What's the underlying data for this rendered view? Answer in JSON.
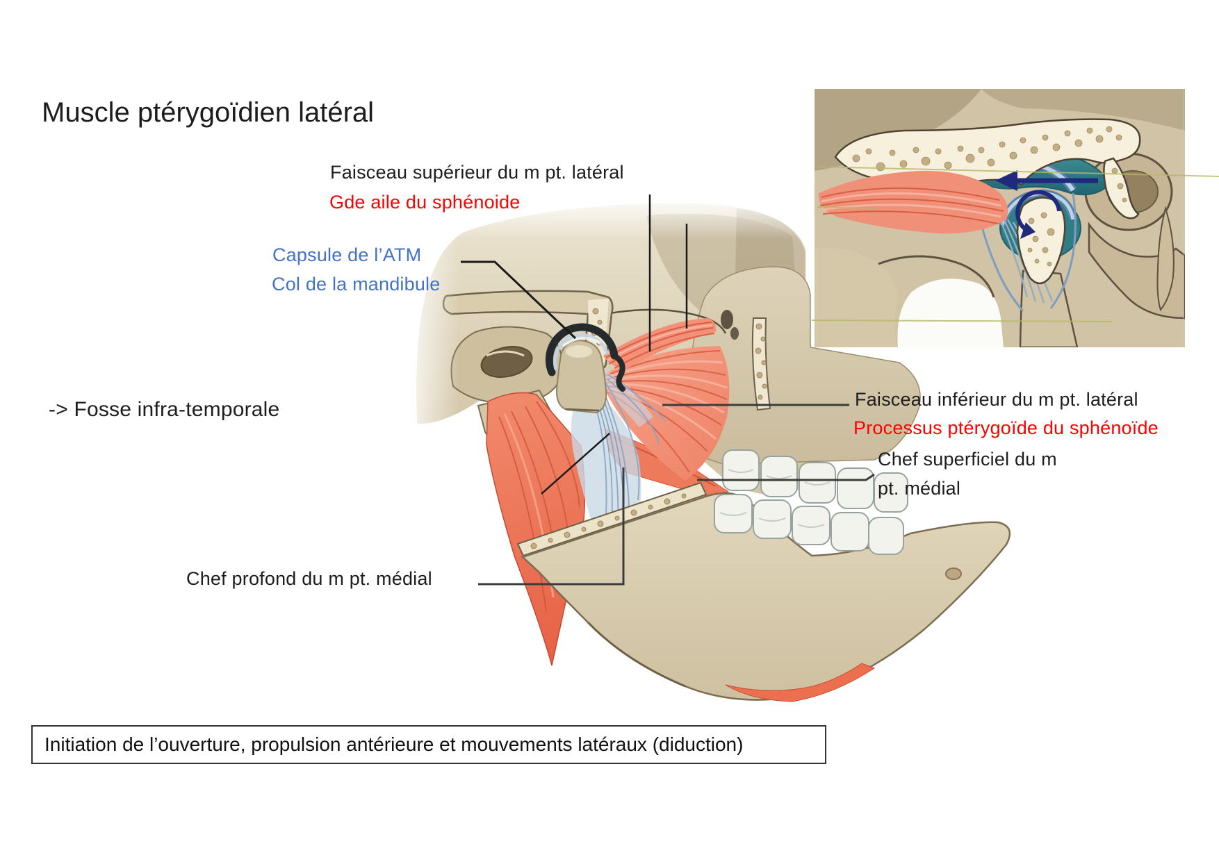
{
  "slide": {
    "title": "Muscle ptérygoïdien latéral",
    "labels": {
      "faisceau_superieur": "Faisceau supérieur du m pt. latéral",
      "gde_aile": "Gde aile du sphénoide",
      "capsule_atm": "Capsule de l’ATM",
      "col_mandibule": "Col de la mandibule",
      "fosse_infratemporale": "-> Fosse infra-temporale",
      "faisceau_inferieur": "Faisceau inférieur du m pt. latéral",
      "processus_pterygoide": "Processus ptérygoïde du sphénoïde",
      "chef_superficiel_ligne1": "Chef superficiel du m",
      "chef_superficiel_ligne2": "pt. médial",
      "chef_profond": "Chef profond du m pt. médial"
    },
    "footer_box": "Initiation de l’ouverture, propulsion antérieure et mouvements latéraux (diduction)",
    "colors": {
      "label_black": "#1d1d1d",
      "label_red": "#ff0000",
      "label_blue": "#4472c4",
      "muscle_salmon": "#f2917b",
      "muscle_deep_red": "#e65f43",
      "bone_beige": "#d5c8ab",
      "capsule_blue": "#8aa6c3",
      "joint_teal": "#2f7d85",
      "arrow_navy": "#202a7c",
      "leader_line": "#3c3c3c"
    }
  }
}
